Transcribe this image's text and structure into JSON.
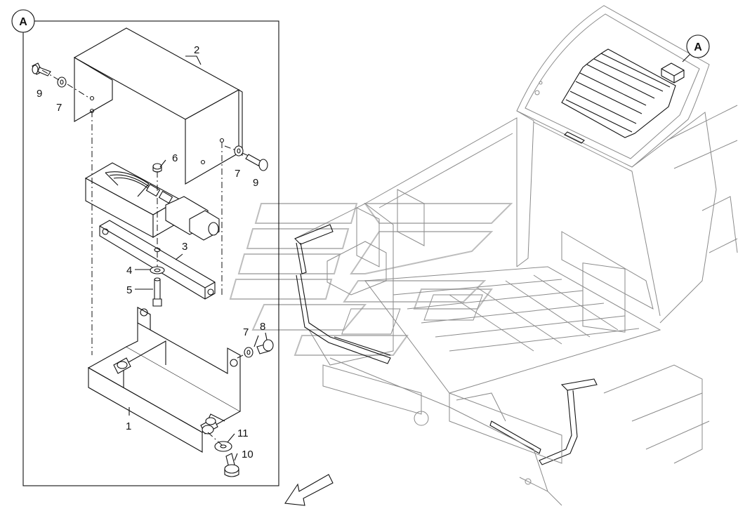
{
  "detail_callout": "A",
  "overview_callout": "A",
  "part_labels": {
    "p1": "1",
    "p2": "2",
    "p3": "3",
    "p4": "4",
    "p5": "5",
    "p6": "6",
    "p7a": "7",
    "p7b": "7",
    "p7c": "7",
    "p8": "8",
    "p9a": "9",
    "p9b": "9",
    "p10": "10",
    "p11": "11"
  }
}
